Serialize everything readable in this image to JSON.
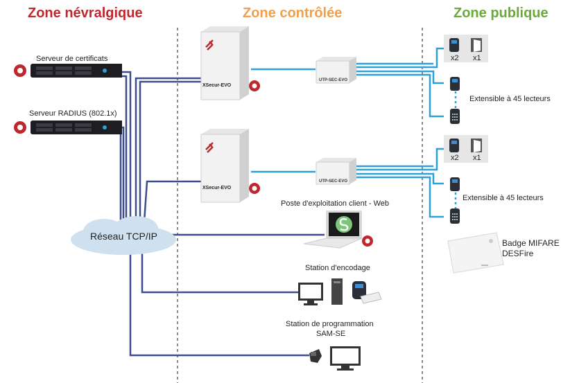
{
  "zones": {
    "nevralgique": {
      "title": "Zone névralgique",
      "color": "#c0272d"
    },
    "controlee": {
      "title": "Zone contrôlée",
      "color": "#f0a04b"
    },
    "publique": {
      "title": "Zone publique",
      "color": "#6aaa3a"
    }
  },
  "servers": {
    "certificats": "Serveur de certificats",
    "radius": "Serveur RADIUS (802.1x)"
  },
  "network": {
    "label": "Réseau TCP/IP"
  },
  "controllers": [
    {
      "name": "XSecur-EVO",
      "module": "UTP-SEC-EVO",
      "x2": "x2",
      "x1": "x1",
      "extensible": "Extensible à 45 lecteurs"
    },
    {
      "name": "XSecur-EVO",
      "module": "UTP-SEC-EVO",
      "x2": "x2",
      "x1": "x1",
      "extensible": "Extensible à 45 lecteurs"
    }
  ],
  "workstations": {
    "client_web": "Poste d'exploitation client - Web",
    "encodage": "Station d'encodage",
    "programmation_line1": "Station de programmation",
    "programmation_line2": "SAM-SE"
  },
  "badge": {
    "line1": "Badge MIFARE",
    "line2": "DESFire"
  },
  "colors": {
    "lan": "#3c4d8c",
    "bus": "#2f9fd8",
    "accent_red": "#c0272d",
    "cloud": "#cfe0ee"
  }
}
